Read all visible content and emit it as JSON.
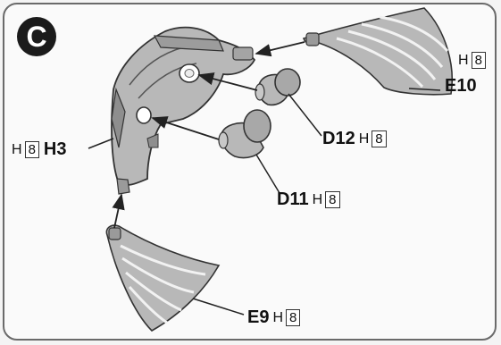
{
  "step_label": "C",
  "parts": {
    "e10": {
      "code": "E10",
      "runner": "H",
      "number": "8"
    },
    "d12": {
      "code": "D12",
      "runner": "H",
      "number": "8"
    },
    "h3": {
      "code": "H3",
      "runner": "H",
      "number": "8"
    },
    "d11": {
      "code": "D11",
      "runner": "H",
      "number": "8"
    },
    "e9": {
      "code": "E9",
      "runner": "H",
      "number": "8"
    }
  },
  "colors": {
    "part_fill": "#b8b8b8",
    "part_dark": "#8e8e8e",
    "ink": "#222222"
  }
}
